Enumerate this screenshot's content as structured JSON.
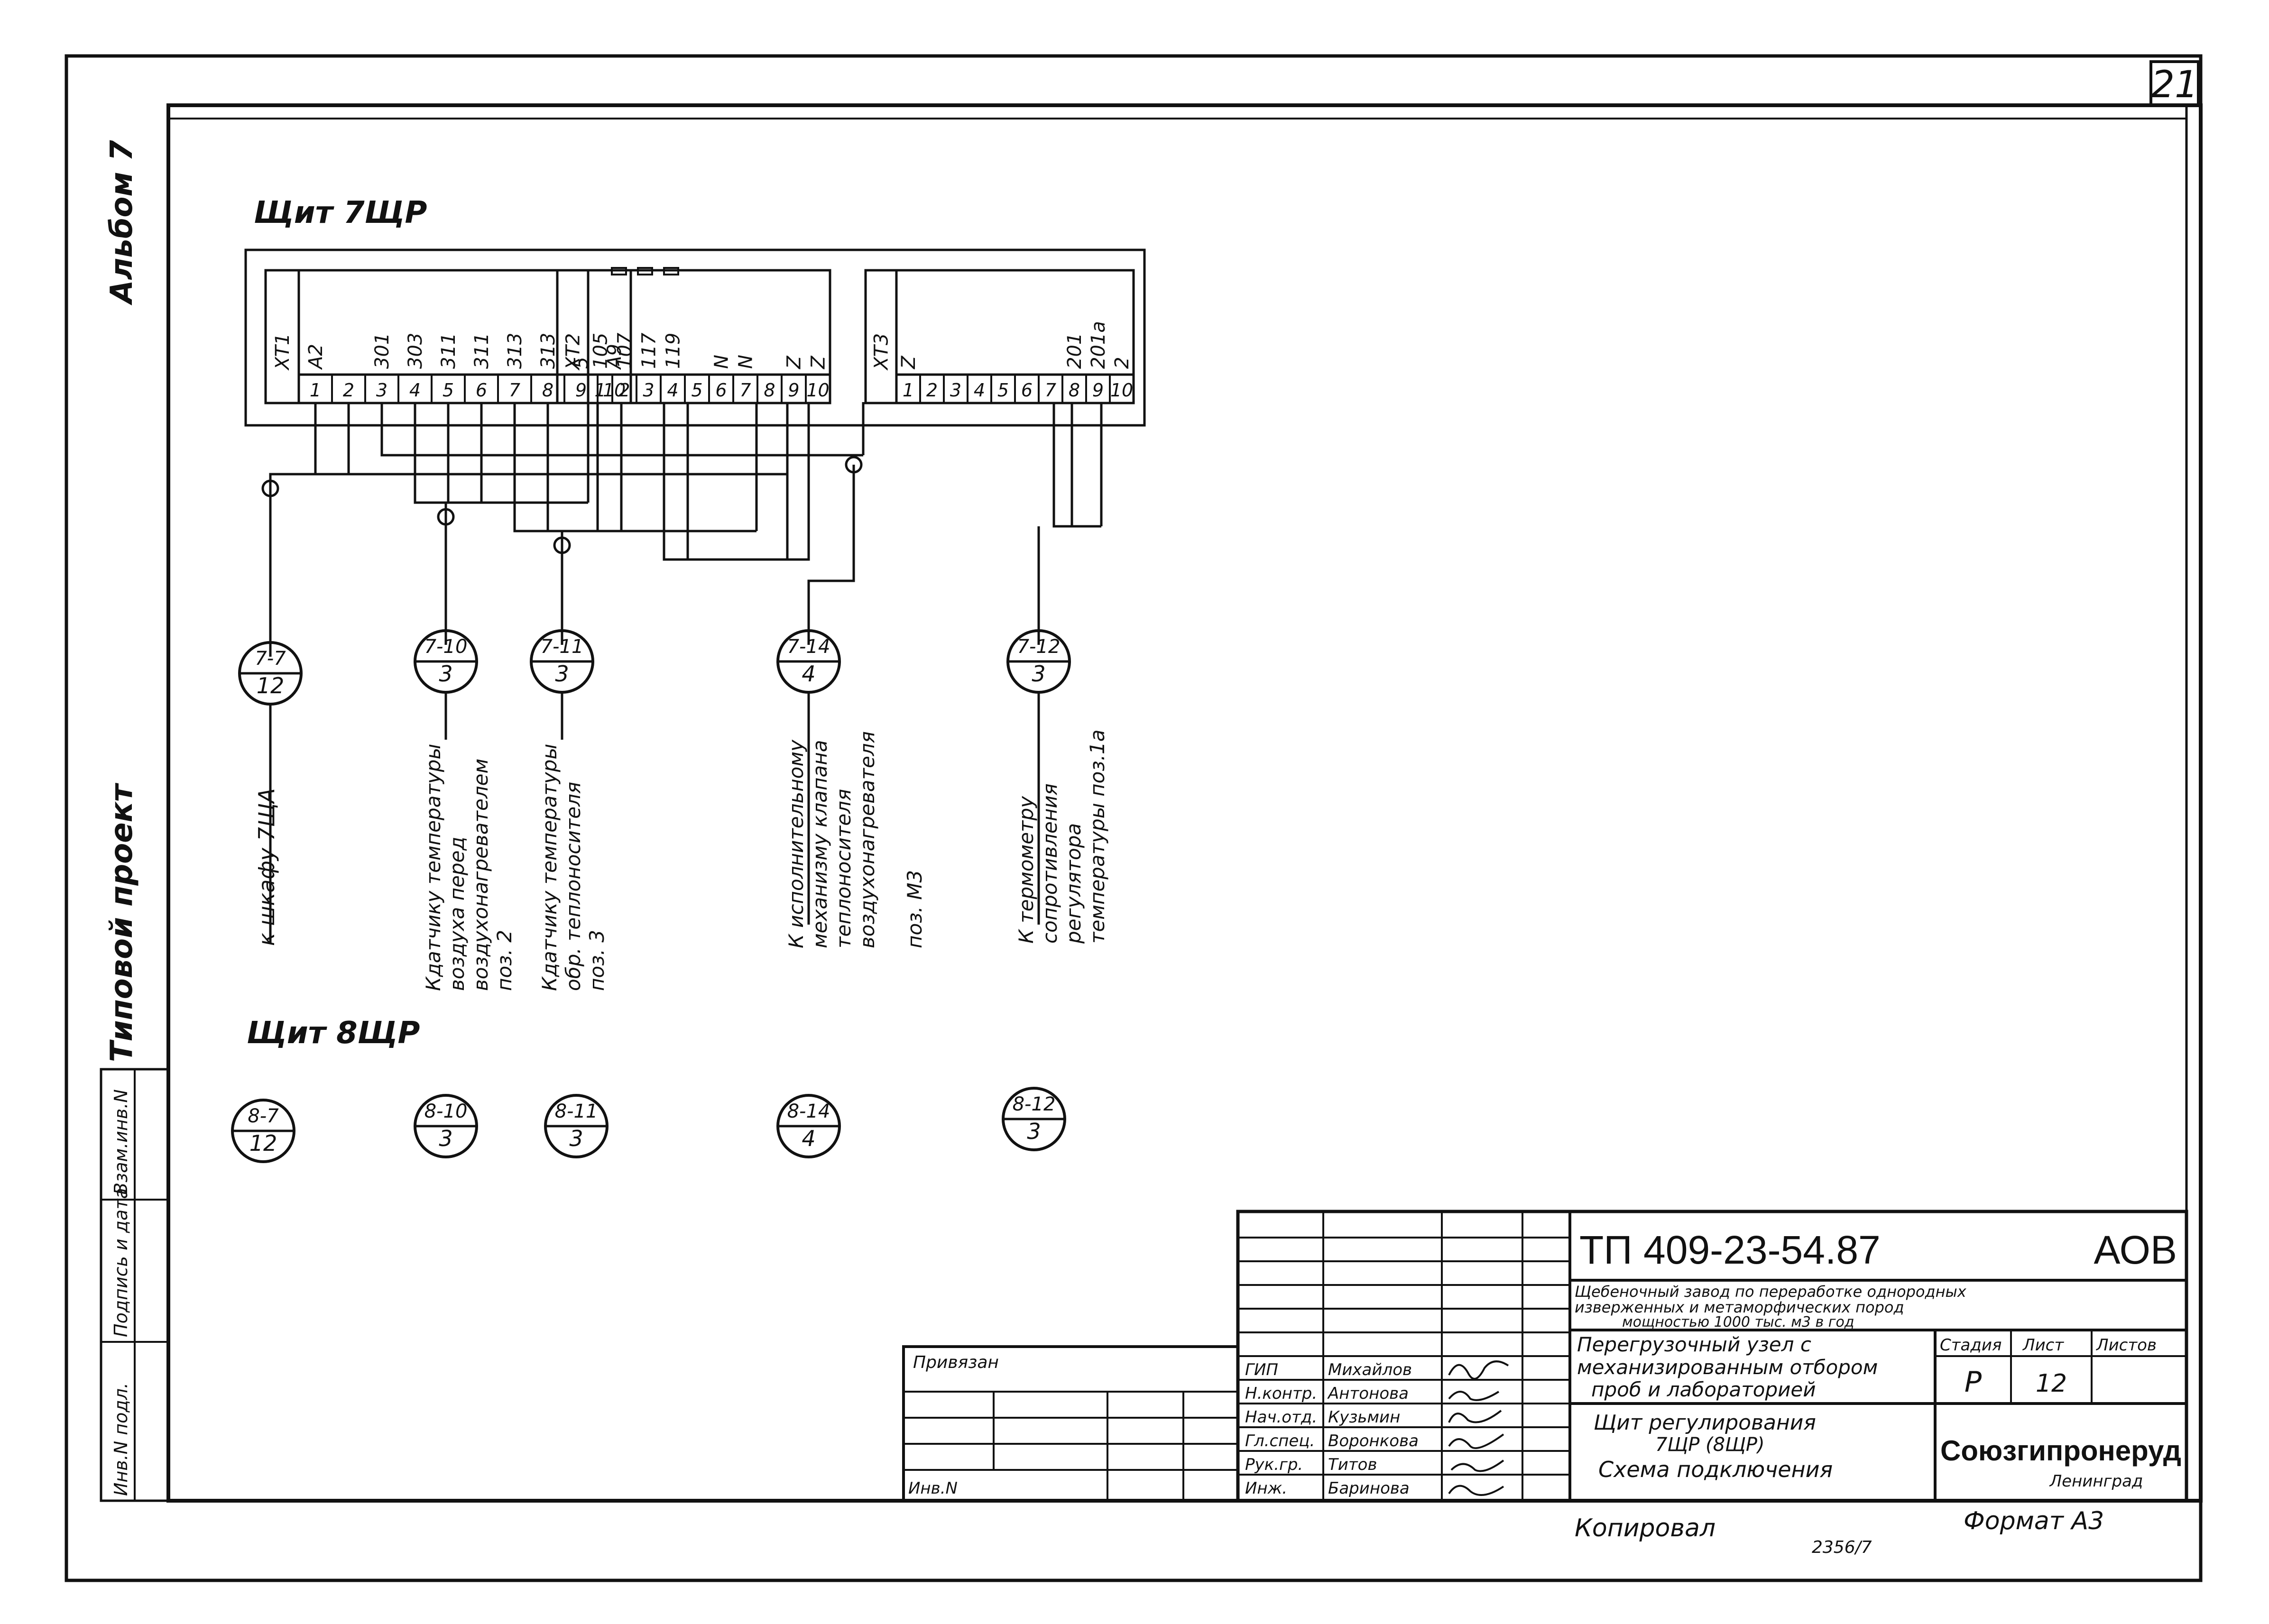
{
  "sheet_number": "21",
  "margin": {
    "album": "Альбом 7",
    "project_type": "Типовой проект",
    "stamp": [
      "Инв.N подл.",
      "Подпись и дата",
      "Взам.инв.N"
    ]
  },
  "panel_top": {
    "title": "Щит 7ЩР",
    "blocks": [
      {
        "id": "XT1",
        "wires": [
          "A2",
          "",
          "301",
          "303",
          "311",
          "311",
          "313",
          "313",
          "5",
          "A9"
        ],
        "terms": [
          "1",
          "2",
          "3",
          "4",
          "5",
          "6",
          "7",
          "8",
          "9",
          "10"
        ]
      },
      {
        "id": "XT2",
        "wires": [
          "105",
          "107",
          "117",
          "119",
          "",
          "N",
          "N",
          "",
          "Z",
          "Z"
        ],
        "terms": [
          "1",
          "2",
          "3",
          "4",
          "5",
          "6",
          "7",
          "8",
          "9",
          "10"
        ]
      },
      {
        "id": "XT3",
        "wires": [
          "Z",
          "",
          "",
          "",
          "",
          "",
          "",
          "201",
          "201а",
          "2"
        ],
        "terms": [
          "1",
          "2",
          "3",
          "4",
          "5",
          "6",
          "7",
          "8",
          "9",
          "10"
        ]
      }
    ]
  },
  "cables": [
    {
      "top": "7-7",
      "bottom": "12",
      "dest": [
        "к шкафу 7ЩА"
      ]
    },
    {
      "top": "7-10",
      "bottom": "3",
      "dest": [
        "Кдатчику температуры",
        "воздуха перед",
        "воздухонагревателем",
        "поз. 2"
      ]
    },
    {
      "top": "7-11",
      "bottom": "3",
      "dest": [
        "Кдатчику температуры",
        "обр. теплоносителя",
        "поз. 3"
      ]
    },
    {
      "top": "7-14",
      "bottom": "4",
      "dest": [
        "К исполнительному",
        "механизму клапана",
        "теплоносителя",
        "воздухонагревателя",
        "поз. М3"
      ]
    },
    {
      "top": "7-12",
      "bottom": "3",
      "dest": [
        "К термометру",
        "сопротивления",
        "регулятора",
        "температуры поз.1а"
      ]
    }
  ],
  "panel_bottom": {
    "title": "Щит 8ЩР",
    "cables": [
      {
        "top": "8-7",
        "bottom": "12"
      },
      {
        "top": "8-10",
        "bottom": "3"
      },
      {
        "top": "8-11",
        "bottom": "3"
      },
      {
        "top": "8-14",
        "bottom": "4"
      },
      {
        "top": "8-12",
        "bottom": "3"
      }
    ]
  },
  "title_block": {
    "doc_code": "ТП 409-23-54.87",
    "section": "АОВ",
    "plant": [
      "Щебеночный завод по переработке однородных",
      "изверженных и метаморфических пород",
      "мощностью 1000 тыс. м3 в год"
    ],
    "object": [
      "Перегрузочный узел с",
      "механизированным отбором",
      "проб и лабораторией"
    ],
    "drawing": [
      "Щит регулирования",
      "7ЩР (8ЩР)",
      "Схема подключения"
    ],
    "stage_label": "Стадия",
    "sheet_label": "Лист",
    "sheets_label": "Листов",
    "stage": "Р",
    "sheet": "12",
    "sheets": "",
    "org": "Союзгипронеруд",
    "city": "Ленинград",
    "bound_label": "Привязан",
    "inv_label": "Инв.N",
    "roles": [
      "ГИП",
      "Н.контр.",
      "Нач.отд.",
      "Гл.спец.",
      "Рук.гр.",
      "Инж."
    ],
    "names": [
      "Михайлов",
      "Антонова",
      "Кузьмин",
      "Воронкова",
      "Титов",
      "Баринова"
    ]
  },
  "footer": {
    "copied": "Копировал",
    "format": "Формат А3",
    "number": "2356/7"
  }
}
